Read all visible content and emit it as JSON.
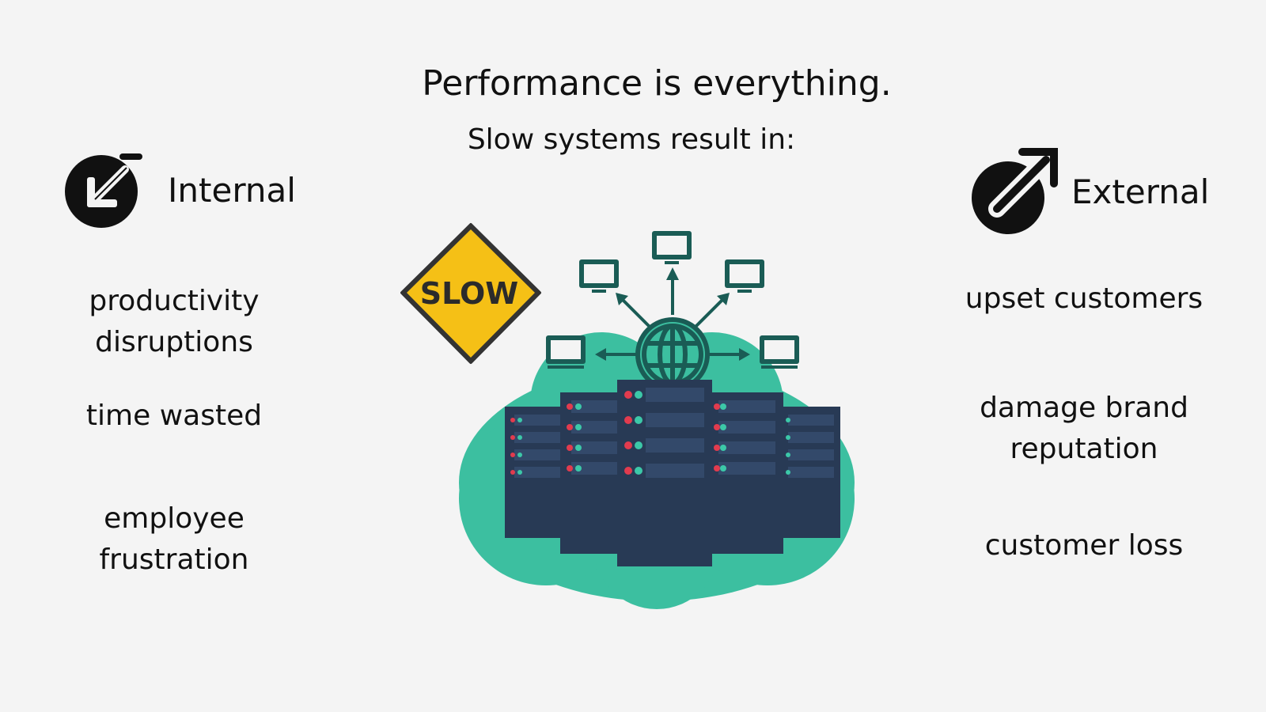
{
  "header": {
    "title": "Performance is everything.",
    "subtitle": "Slow systems result in:"
  },
  "internal": {
    "heading": "Internal",
    "icon": "arrow-in-circle-icon",
    "items": [
      "productivity disruptions",
      "time wasted",
      "employee frustration"
    ]
  },
  "external": {
    "heading": "External",
    "icon": "arrow-out-circle-icon",
    "items": [
      "upset customers",
      "damage brand reputation",
      "customer loss"
    ]
  },
  "diagram": {
    "sign_text": "SLOW",
    "colors": {
      "sign": "#f5c016",
      "cloud": "#3cbfa0",
      "server": "#283a55",
      "network": "#1a5c55",
      "led_red": "#e23b4e",
      "led_teal": "#3cc8a8"
    }
  }
}
